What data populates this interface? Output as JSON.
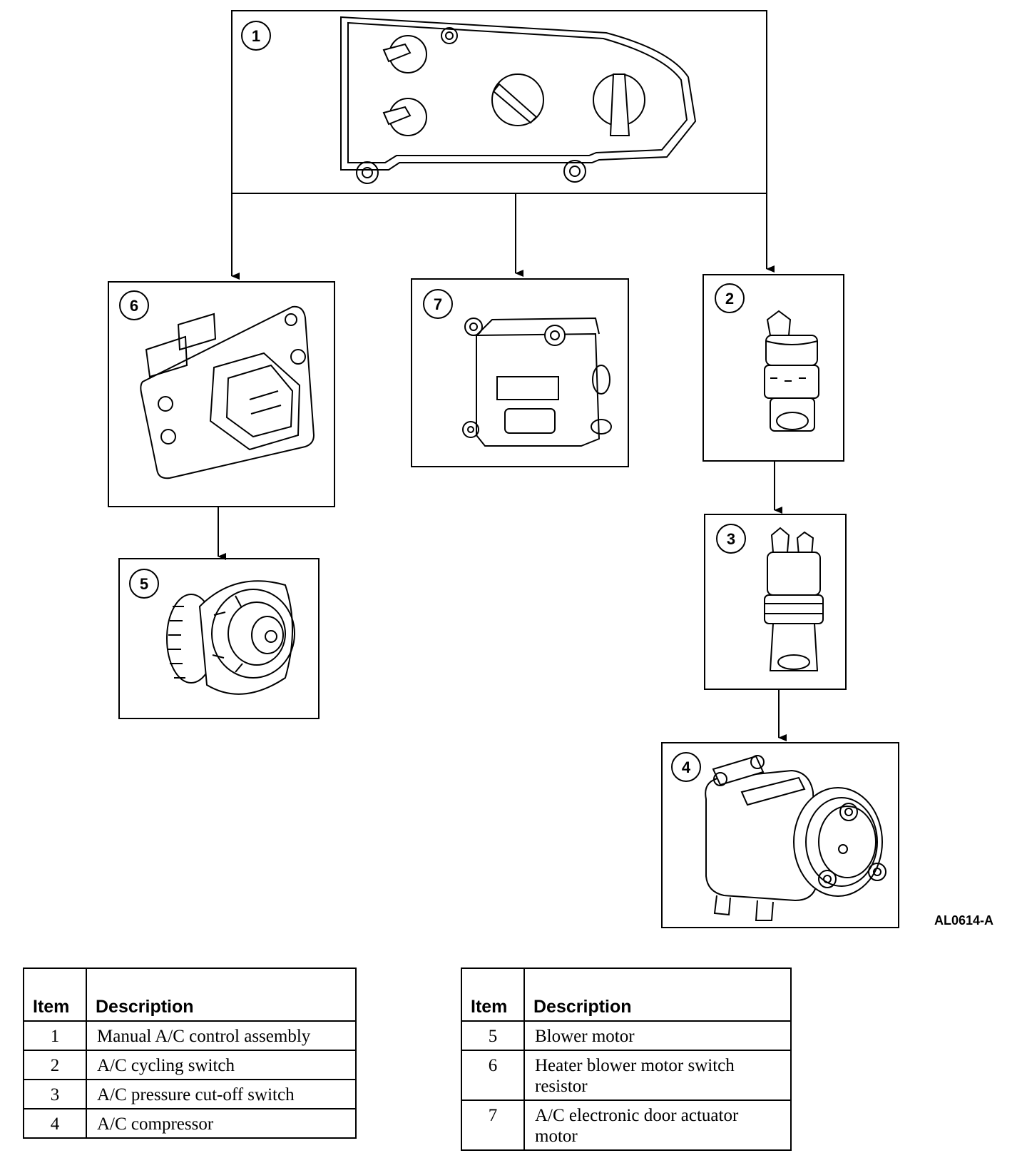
{
  "figure_code": "AL0614-A",
  "callouts": [
    "1",
    "2",
    "3",
    "4",
    "5",
    "6",
    "7"
  ],
  "legend_left": {
    "headers": [
      "Item",
      "Description"
    ],
    "rows": [
      {
        "item": "1",
        "description": "Manual A/C control assembly"
      },
      {
        "item": "2",
        "description": "A/C cycling switch"
      },
      {
        "item": "3",
        "description": "A/C pressure cut-off switch"
      },
      {
        "item": "4",
        "description": "A/C compressor"
      }
    ]
  },
  "legend_right": {
    "headers": [
      "Item",
      "Description"
    ],
    "rows": [
      {
        "item": "5",
        "description": "Blower motor"
      },
      {
        "item": "6",
        "description": "Heater blower motor switch resistor"
      },
      {
        "item": "7",
        "description": "A/C electronic door actuator motor"
      }
    ]
  }
}
